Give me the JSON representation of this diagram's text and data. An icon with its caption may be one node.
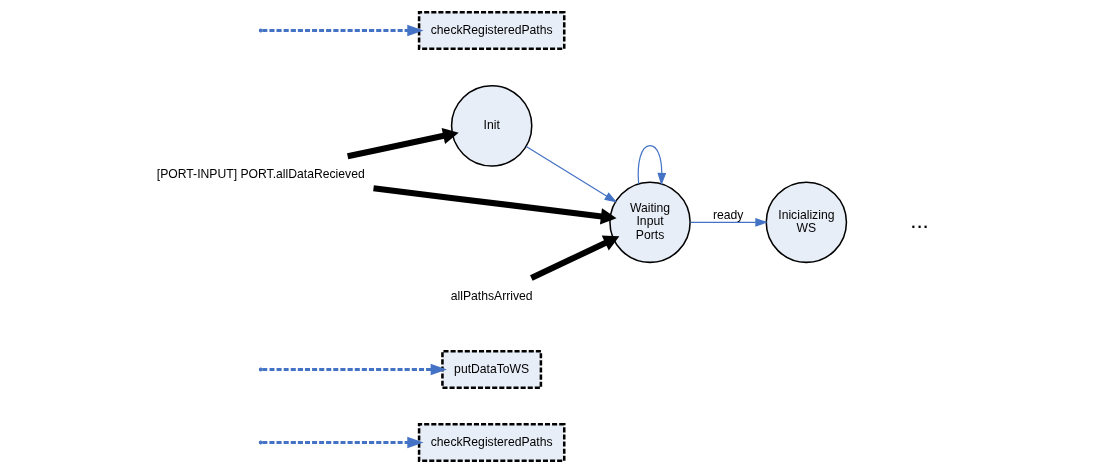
{
  "diagram": {
    "nodes": [
      {
        "text": [
          "checkRegisteredPaths"
        ]
      },
      {
        "text": [
          "putDataToWS"
        ]
      },
      {
        "text": [
          "[PORT-INPUT] PORT.allDataRecieved"
        ]
      },
      {
        "text": [
          "allPathsArrived"
        ]
      },
      {
        "text": [
          "Init"
        ]
      },
      {
        "text": [
          "Waiting Input Ports"
        ]
      },
      {
        "text": [
          "Inicializing WS"
        ]
      },
      {
        "text": [
          "checkRegisteredPaths"
        ]
      }
    ],
    "edges": [
      {
        "from": 4,
        "to": 5,
        "arrow": "to"
      },
      {
        "from": null,
        "to": 7,
        "arrow": "to",
        "style": "dashed"
      },
      {
        "from": 5,
        "to": 5,
        "arrow": "to"
      },
      {
        "from": null,
        "to": 0,
        "arrow": "to",
        "style": "dashed"
      },
      {
        "from": 5,
        "to": 6,
        "arrow": "to",
        "label": "ready"
      },
      {
        "from": null,
        "to": 1,
        "arrow": "to",
        "style": "dashed"
      },
      {
        "from": 2,
        "to": 4,
        "arrow": "to",
        "style": "thick",
        "color": "#000000"
      },
      {
        "from": 2,
        "to": 5,
        "arrow": "to",
        "style": "thick",
        "color": "#000000"
      },
      {
        "from": 3,
        "to": 5,
        "arrow": "to",
        "style": "thick",
        "color": "#000000"
      }
    ],
    "labels": [
      "..."
    ]
  }
}
